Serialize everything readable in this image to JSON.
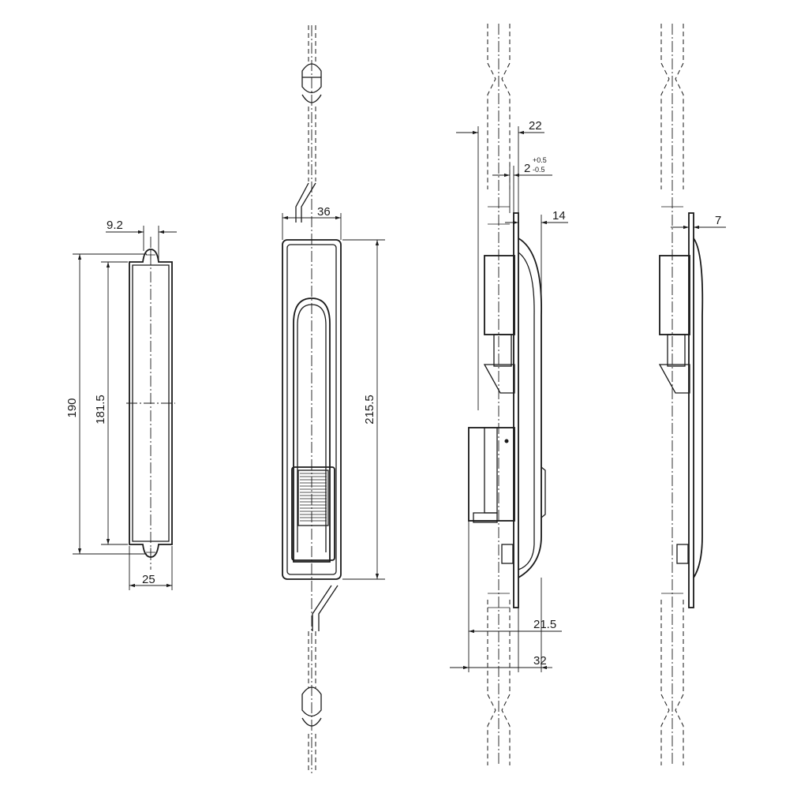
{
  "dimensions": {
    "front_width": "25",
    "front_height_outer": "190",
    "front_height_inner": "181.5",
    "hole_offset": "9.2",
    "handle_width": "36",
    "handle_height": "215.5",
    "side_depth_22": "22",
    "side_tol_base": "2",
    "side_tol_plus": "+0.5",
    "side_tol_minus": "-0.5",
    "side_depth_14": "14",
    "side_depth_21_5": "21.5",
    "side_depth_32": "32",
    "side2_depth_7": "7"
  }
}
